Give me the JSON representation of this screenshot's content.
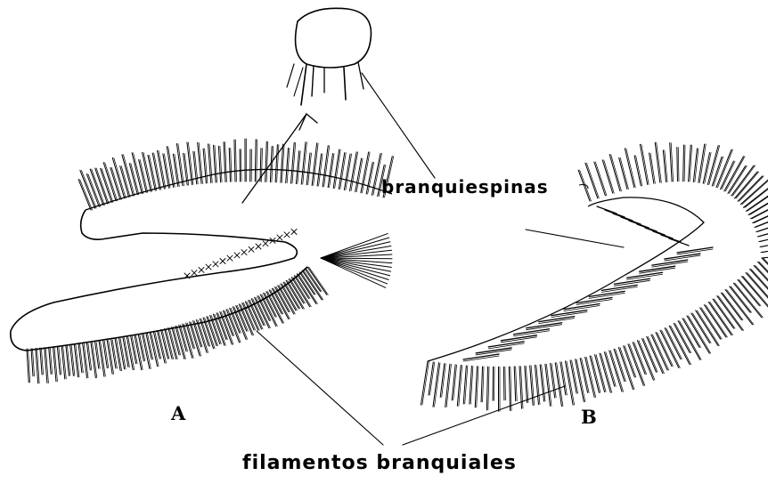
{
  "labels": {
    "branquiespinas": "branquiespinas",
    "filamentos_branquiales": "filamentos   branquiales",
    "panel_a": "A",
    "panel_b": "B"
  },
  "colors": {
    "ink": "#000000",
    "paper": "#ffffff"
  }
}
